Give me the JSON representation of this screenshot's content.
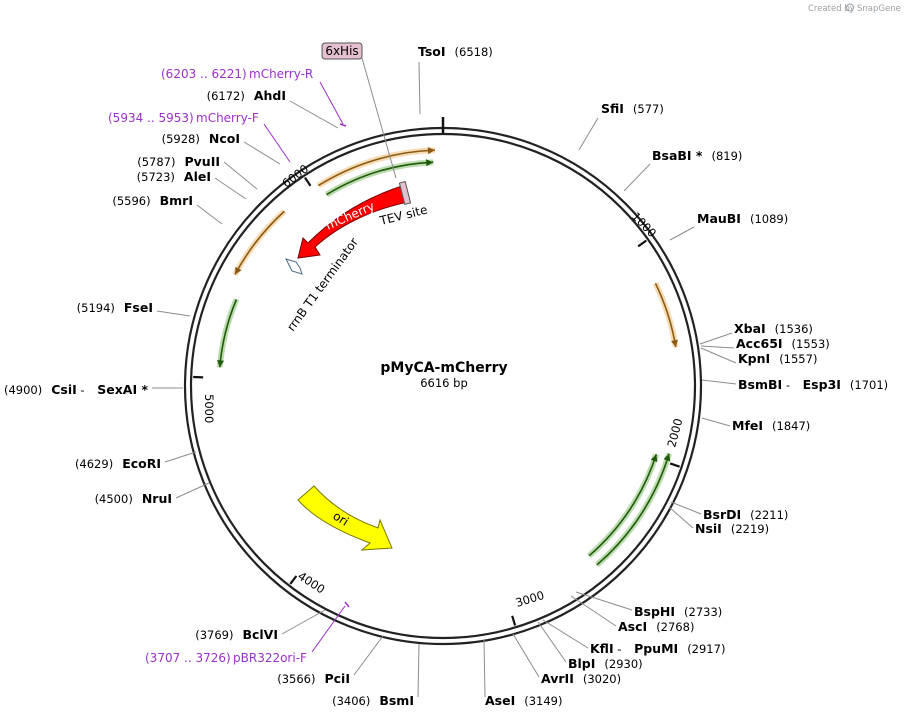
{
  "credit": {
    "prefix": "Created by",
    "brand": "SnapGene"
  },
  "plasmid": {
    "name": "pMyCA-mCherry",
    "size": "6616 bp",
    "length": 6616
  },
  "ruler_ticks": [
    "1000",
    "2000",
    "3000",
    "4000",
    "5000",
    "6000"
  ],
  "enzymes": [
    {
      "name": "TsoI",
      "pos": "(6518)"
    },
    {
      "name": "SfiI",
      "pos": "(577)"
    },
    {
      "name": "BsaBI *",
      "pos": "(819)"
    },
    {
      "name": "MauBI",
      "pos": "(1089)"
    },
    {
      "name": "XbaI",
      "pos": "(1536)"
    },
    {
      "name": "Acc65I",
      "pos": "(1553)"
    },
    {
      "name": "KpnI",
      "pos": "(1557)"
    },
    {
      "name": "BsmBI",
      "sep": "-",
      "name2": "Esp3I",
      "pos": "(1701)"
    },
    {
      "name": "MfeI",
      "pos": "(1847)"
    },
    {
      "name": "BsrDI",
      "pos": "(2211)"
    },
    {
      "name": "NsiI",
      "pos": "(2219)"
    },
    {
      "name": "BspHI",
      "pos": "(2733)"
    },
    {
      "name": "AscI",
      "pos": "(2768)"
    },
    {
      "name": "KflI",
      "sep": "-",
      "name2": "PpuMI",
      "pos": "(2917)"
    },
    {
      "name": "BlpI",
      "pos": "(2930)"
    },
    {
      "name": "AvrII",
      "pos": "(3020)"
    },
    {
      "name": "AseI",
      "pos": "(3149)"
    },
    {
      "name": "BsmI",
      "pos": "(3406)"
    },
    {
      "name": "PciI",
      "pos": "(3566)"
    },
    {
      "name": "BclVI",
      "pos": "(3769)"
    },
    {
      "name": "NruI",
      "pos": "(4500)"
    },
    {
      "name": "EcoRI",
      "pos": "(4629)"
    },
    {
      "name": "CsiI",
      "sep": "-",
      "name2": "SexAI *",
      "pos": "(4900)"
    },
    {
      "name": "FseI",
      "pos": "(5194)"
    },
    {
      "name": "BmrI",
      "pos": "(5596)"
    },
    {
      "name": "AleI",
      "pos": "(5723)"
    },
    {
      "name": "PvuII",
      "pos": "(5787)"
    },
    {
      "name": "NcoI",
      "pos": "(5928)"
    },
    {
      "name": "AhdI",
      "pos": "(6172)"
    }
  ],
  "primers": [
    {
      "range": "(6203 .. 6221)",
      "name": "mCherry-R"
    },
    {
      "range": "(5934 .. 5953)",
      "name": "mCherry-F"
    },
    {
      "range": "(3707 .. 3726)",
      "name": "pBR322ori-F"
    }
  ],
  "features": {
    "tag": "6xHis",
    "tev": "TEV site",
    "mcherry": "mCherry",
    "terminator": "rrnB T1 terminator",
    "ori": "ori"
  },
  "colors": {
    "backbone": "#222222",
    "mcherry": "#ff0000",
    "ori": "#ffff00",
    "orange_arc": "#e69a2e",
    "green_arc": "#3f9a1e",
    "primer": "#9b30c8",
    "tag_fill": "#e3bfcf"
  }
}
